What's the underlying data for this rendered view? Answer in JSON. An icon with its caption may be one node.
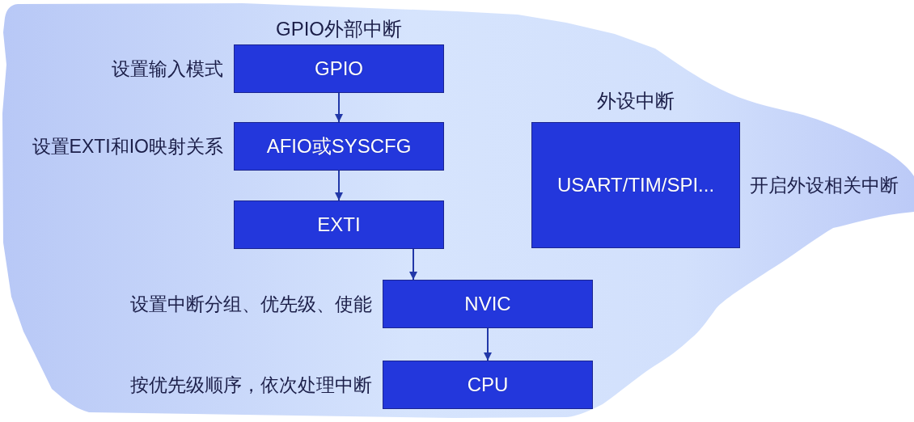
{
  "diagram": {
    "nodes": [
      {
        "text": [
          "GPIO外部中断",
          "GPIO"
        ],
        "beside": [
          "设置输入模式"
        ]
      },
      {
        "text": [
          "AFIO或SYSCFG"
        ],
        "beside": [
          "设置EXTI和IO映射关系"
        ]
      },
      {
        "text": [
          "EXTI"
        ]
      },
      {
        "text": [
          "NVIC"
        ],
        "beside": [
          "设置中断分组、优先级、使能"
        ]
      },
      {
        "text": [
          "CPU"
        ],
        "beside": [
          "按优先级顺序，依次处理中断"
        ]
      },
      {
        "text": [
          "外设中断",
          "USART/TIM/SPI..."
        ],
        "beside": [
          "开启外设相关中断"
        ]
      }
    ],
    "edges": [
      {
        "from": 0,
        "to": 1,
        "arrow": "to"
      },
      {
        "from": 1,
        "to": 2,
        "arrow": "to"
      },
      {
        "from": 2,
        "to": 3,
        "arrow": "to"
      },
      {
        "from": 3,
        "to": 4,
        "arrow": "to"
      }
    ]
  }
}
